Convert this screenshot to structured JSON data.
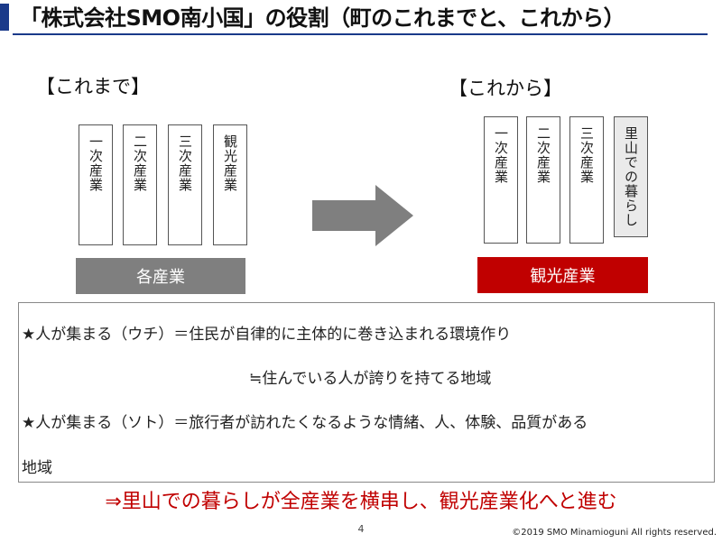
{
  "title": "「株式会社SMO南小国」の役割（町のこれまでと、これから）",
  "before": {
    "label": "【これまで】",
    "columns": [
      "一次産業",
      "二次産業",
      "三次産業",
      "観光産業"
    ],
    "base": "各産業"
  },
  "after": {
    "label": "【これから】",
    "columns": [
      "一次産業",
      "二次産業",
      "三次産業",
      "里山での暮らし"
    ],
    "base": "観光産業"
  },
  "points": {
    "line1": "★人が集まる（ウチ）＝住民が自律的に主体的に巻き込まれる環境作り",
    "line2": "≒住んでいる人が誇りを持てる地域",
    "line3": "★人が集まる（ソト）＝旅行者が訪れたくなるような情緒、人、体験、品質がある",
    "line4": "地域"
  },
  "conclusion": "⇒里山での暮らしが全産業を横串し、観光産業化へと進む",
  "footer": {
    "page": "4",
    "copyright": "©2019 SMO Minamioguni All rights reserved."
  },
  "colors": {
    "title_accent": "#1a3a8a",
    "before_bar": "#7f7f7f",
    "after_bar": "#c00000",
    "arrow": "#7f7f7f",
    "conclusion": "#c00000"
  }
}
